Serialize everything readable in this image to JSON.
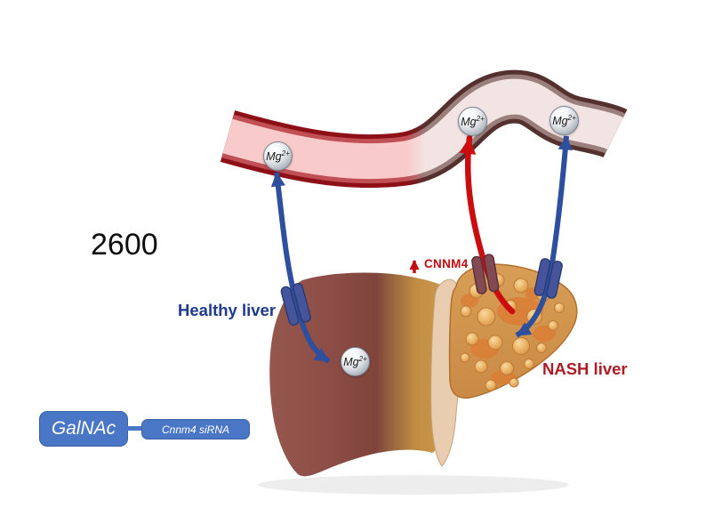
{
  "figure": {
    "watermark": "2600",
    "healthy_label": "Healthy liver",
    "nash_label": "NASH liver",
    "cnnm4_label": "CNNM4",
    "ion": {
      "symbol": "Mg",
      "charge": "2+"
    },
    "construct": {
      "carrier": "GalNAc",
      "payload": "Cnnm4 siRNA"
    },
    "colors": {
      "influx_arrow_blue": "#2d4f9e",
      "efflux_arrow_red": "#cc0d10",
      "healthy_label_blue": "#1e3a8f",
      "nash_label_red": "#ae1b24",
      "construct_box_blue": "#4a76c6",
      "vessel_wall_left": "#8c1016",
      "vessel_wall_right": "#54302f",
      "vessel_lumen_left": "#f8caca",
      "vessel_lumen_right": "#f2e4e3",
      "healthy_liver_maroon": "#8a4c44",
      "nash_liver_tan": "#d0964e"
    }
  }
}
